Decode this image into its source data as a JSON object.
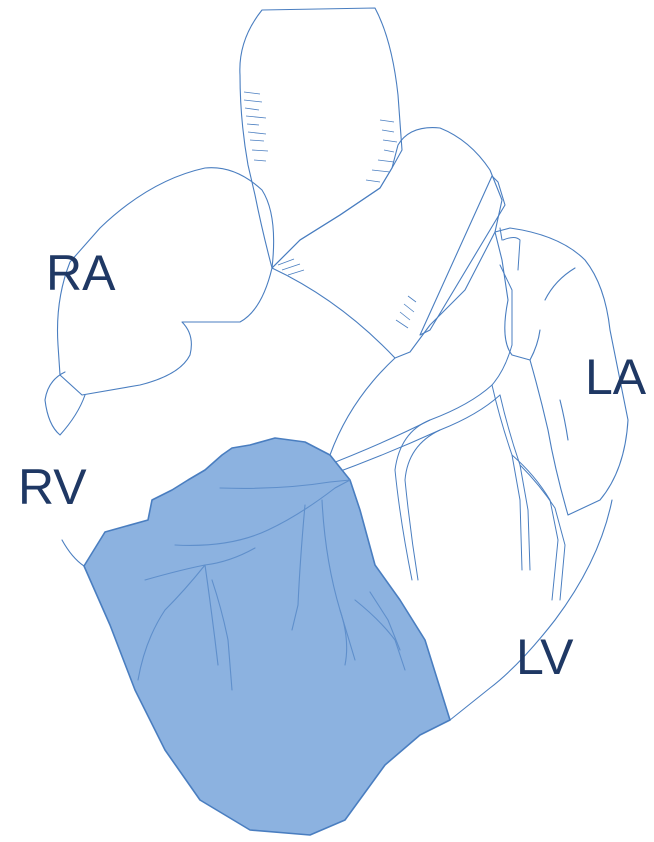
{
  "labels": {
    "ra": "RA",
    "la": "LA",
    "rv": "RV",
    "lv": "LV"
  },
  "colors": {
    "line": "#4a7ec0",
    "highlight_fill": "#8cb2e0",
    "label_text": "#1f3864"
  }
}
